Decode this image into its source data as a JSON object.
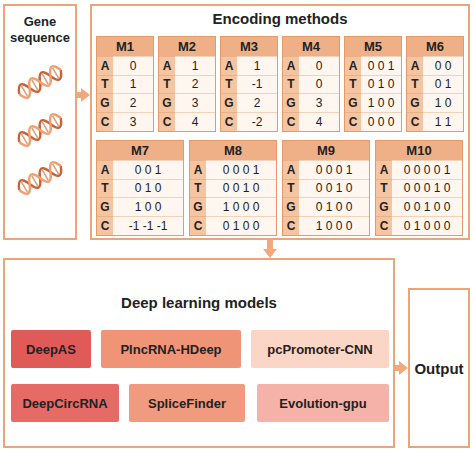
{
  "diagram": {
    "nodes": [
      {
        "text": [
          "Gene sequence"
        ]
      },
      {
        "text": [
          "Encoding methods"
        ]
      },
      {
        "text": [
          "M1",
          "A",
          "0",
          "T",
          "1",
          "G",
          "2",
          "C",
          "3"
        ],
        "in": 1
      },
      {
        "text": [
          "M2",
          "A",
          "1",
          "T",
          "2",
          "G",
          "3",
          "C",
          "4"
        ],
        "in": 1
      },
      {
        "text": [
          "M3",
          "A",
          "1",
          "T",
          "-1",
          "G",
          "2",
          "C",
          "-2"
        ],
        "in": 1
      },
      {
        "text": [
          "M4",
          "A",
          "0",
          "T",
          "0",
          "G",
          "3",
          "C",
          "4"
        ],
        "in": 1
      },
      {
        "text": [
          "M5",
          "A",
          "0 0 1",
          "T",
          "0 1 0",
          "G",
          "1 0 0",
          "C",
          "0 0 0"
        ],
        "in": 1
      },
      {
        "text": [
          "M6",
          "A",
          "0 0",
          "T",
          "0 1",
          "G",
          "1 0",
          "C",
          "1 1"
        ],
        "in": 1
      },
      {
        "text": [
          "M7",
          "A",
          "0 0 1",
          "T",
          "0 1 0",
          "G",
          "1 0 0",
          "C",
          "-1 -1 -1"
        ],
        "in": 1
      },
      {
        "text": [
          "M8",
          "A",
          "0 0 0 1",
          "T",
          "0 0 1 0",
          "G",
          "1 0 0 0",
          "C",
          "0 1 0 0"
        ],
        "in": 1
      },
      {
        "text": [
          "M9",
          "A",
          "0 0 0 1",
          "T",
          "0 0 1 0",
          "G",
          "0 1 0 0",
          "C",
          "1 0 0 0"
        ],
        "in": 1
      },
      {
        "text": [
          "M10",
          "A",
          "0 0 0 0 1",
          "T",
          "0 0 0 1 0",
          "G",
          "0 0 1 0 0",
          "C",
          "0 1 0 0 0"
        ],
        "in": 1
      },
      {
        "text": [
          "Deep learning models"
        ]
      },
      {
        "text": [
          "DeepAS"
        ],
        "in": 12
      },
      {
        "text": [
          "PlncRNA-HDeep"
        ],
        "in": 12
      },
      {
        "text": [
          "pcPromoter-CNN"
        ],
        "in": 12
      },
      {
        "text": [
          "DeepCircRNA"
        ],
        "in": 12
      },
      {
        "text": [
          "SpliceFinder"
        ],
        "in": 12
      },
      {
        "text": [
          "Evolution-gpu"
        ],
        "in": 12
      },
      {
        "text": [
          "Output"
        ]
      }
    ],
    "edges": [
      {
        "from": 0,
        "to": 1,
        "arrow": "to"
      },
      {
        "from": 1,
        "to": 12,
        "arrow": "to"
      },
      {
        "from": 12,
        "to": 19,
        "arrow": "to"
      }
    ]
  }
}
